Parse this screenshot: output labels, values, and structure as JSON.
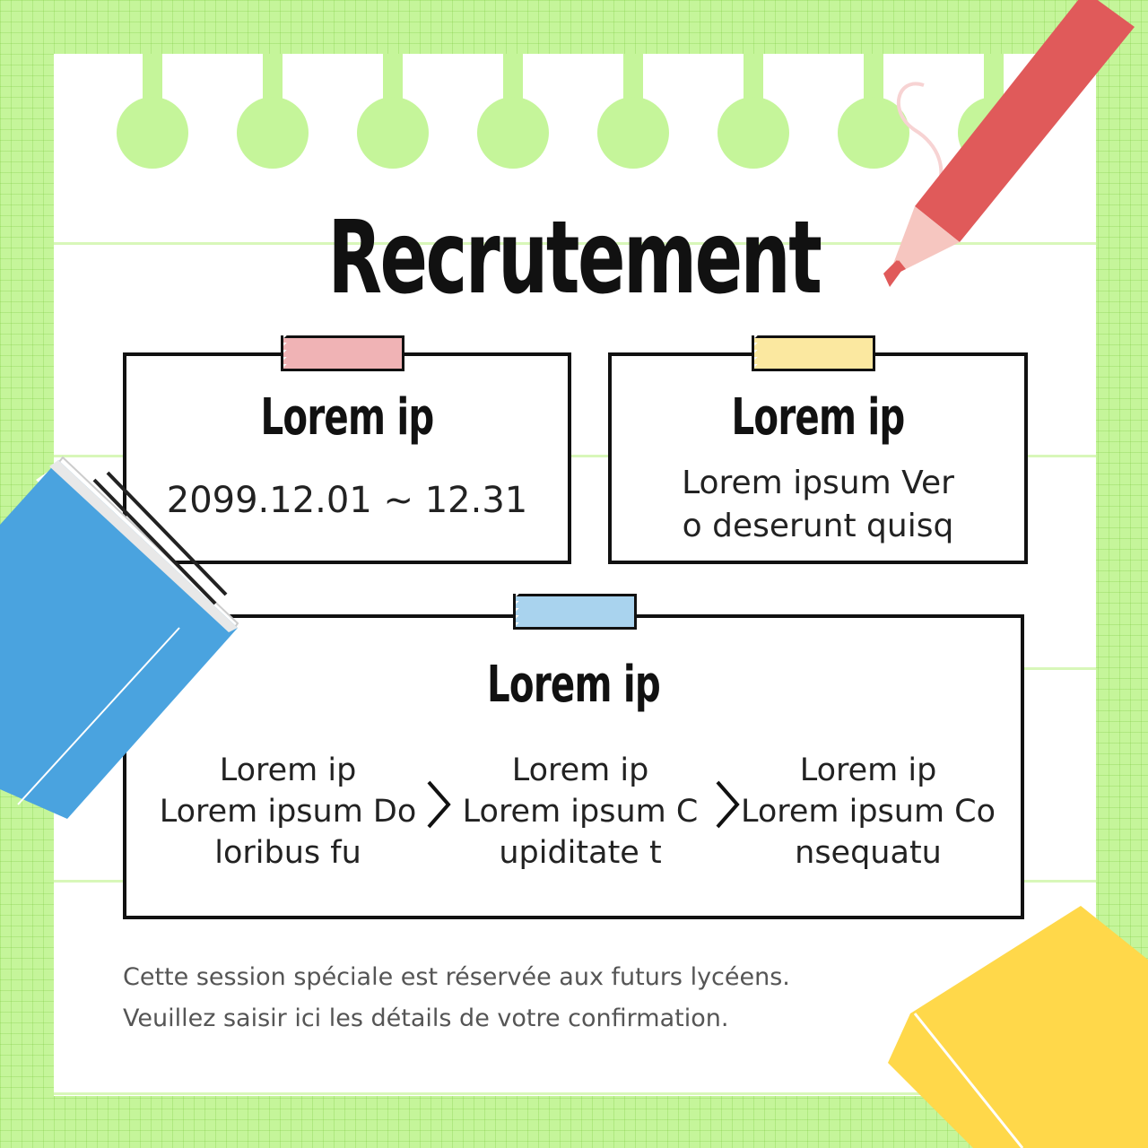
{
  "title": "Recrutement",
  "boxes": [
    {
      "heading": "Lorem ip",
      "lines": [
        "2099.12.01 ~ 12.31"
      ]
    },
    {
      "heading": "Lorem ip",
      "lines": [
        "Lorem ipsum Ver",
        "o deserunt quisq"
      ]
    },
    {
      "heading": "Lorem ip"
    }
  ],
  "steps": [
    {
      "lines": [
        "Lorem ip",
        "Lorem ipsum Do",
        "loribus fu"
      ]
    },
    {
      "lines": [
        "Lorem ip",
        "Lorem ipsum C",
        "upiditate t"
      ]
    },
    {
      "lines": [
        "Lorem ip",
        "Lorem ipsum Co",
        "nsequatu"
      ]
    }
  ],
  "footer": {
    "line1": "Cette session spéciale est réservée aux futurs lycéens.",
    "line2": "Veuillez saisir ici les détails de votre confirmation."
  },
  "colors": {
    "background": "#c5f59a",
    "tape_pink": "#f0b3b5",
    "tape_yellow": "#fbe8a0",
    "tape_blue": "#a9d3ee",
    "pencil": "#e05a5a",
    "book_blue": "#4aa3df",
    "eraser_yellow": "#ffd84a"
  },
  "decorations": [
    "pencil-icon",
    "book-icon",
    "eraser-icon"
  ]
}
